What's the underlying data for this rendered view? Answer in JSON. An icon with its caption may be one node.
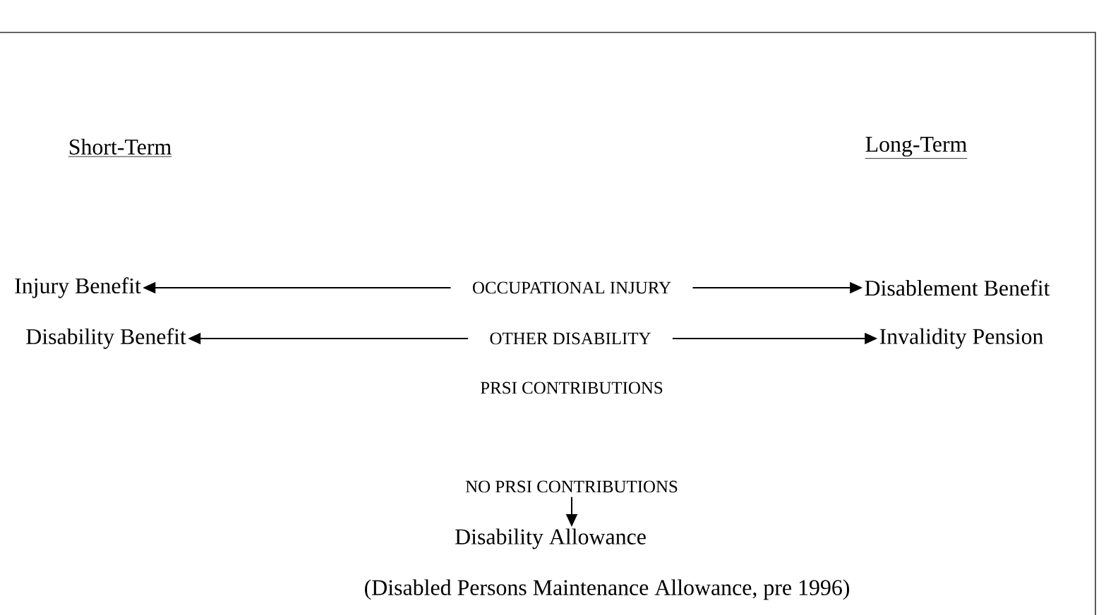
{
  "diagram": {
    "nodes": [
      {
        "text": [
          "Injury Benefit"
        ]
      },
      {
        "text": [
          "OCCUPATIONAL INJURY"
        ]
      },
      {
        "text": [
          "Disablement Benefit"
        ]
      },
      {
        "text": [
          "Disability Benefit"
        ]
      },
      {
        "text": [
          "OTHER DISABILITY"
        ]
      },
      {
        "text": [
          "Invalidity Pension"
        ]
      },
      {
        "text": [
          "NO PRSI CONTRIBUTIONS"
        ]
      },
      {
        "text": [
          "Disability Allowance"
        ]
      }
    ],
    "edges": [
      {
        "from": 1,
        "to": 0,
        "arrow": "to"
      },
      {
        "from": 1,
        "to": 2,
        "arrow": "to"
      },
      {
        "from": 4,
        "to": 3,
        "arrow": "to"
      },
      {
        "from": 4,
        "to": 5,
        "arrow": "to"
      },
      {
        "from": 6,
        "to": 7,
        "arrow": "to"
      }
    ],
    "labels": [
      "Short-Term",
      "Long-Term",
      "PRSI CONTRIBUTIONS",
      "(Disabled Persons Maintenance Allowance, pre 1996)"
    ]
  }
}
